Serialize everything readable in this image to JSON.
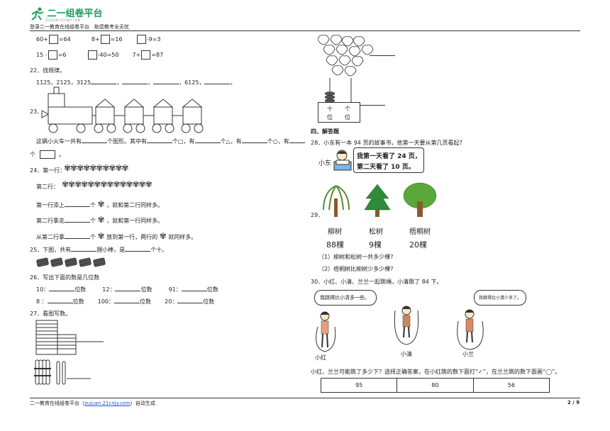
{
  "header": {
    "logo_text": "二一组卷平台",
    "logo_sub": "ZUJUAN.21CNJY.COM",
    "tagline": "登录二一教育在线组卷平台　助您教考全无忧"
  },
  "footer": {
    "prefix": "二一教育在线组卷平台（",
    "link": "zujuan.21cnjy.com",
    "suffix": "）自动生成",
    "page": "2 / 9"
  },
  "left": {
    "row1": {
      "a_pre": "60+",
      "a_post": "=64",
      "b_pre": "8+",
      "b_post": "=16",
      "c_post": "-9=3"
    },
    "row2": {
      "a_pre": "15 -",
      "a_post": "=6",
      "b_post": "-40=50",
      "c_pre": "7+",
      "c_post": "=87"
    },
    "q22": {
      "label": "22．找规律。",
      "seq_start": "1125，2125，3125",
      "sep1": "，",
      "sep2": "，",
      "mid": "，6125，",
      "end": "。"
    },
    "q23": {
      "label": "23．",
      "line1_a": "这辆小火车一共有",
      "line1_b": "个图形。其中有",
      "line1_c": "个□，有",
      "line1_d": "个△，有",
      "line1_e": "个○，有",
      "line2_a": "个",
      "line2_b": "。"
    },
    "q24": {
      "label": "24．第一行：",
      "row2": "第二行：",
      "l1_a": "第一行添上",
      "l1_b": "个",
      "l1_c": "，就和第二行同样多。",
      "l2_a": "第二行拿走",
      "l2_b": "个",
      "l2_c": "，就和第一行同样多。",
      "l3_a": "从第二行拿",
      "l3_b": "个",
      "l3_c": "放到第一行，两行的",
      "l3_d": "就同样多。"
    },
    "q25": {
      "a": "25．下图，共有",
      "b": "捆小棒，是",
      "c": "个十。"
    },
    "q26": {
      "label": "26．写出下面的数是几位数",
      "items": [
        {
          "n": "10：",
          "u": "位数"
        },
        {
          "n": "12：",
          "u": "位数"
        },
        {
          "n": "91：",
          "u": "位数"
        },
        {
          "n": "8 ：",
          "u": "位数"
        },
        {
          "n": "100：",
          "u": "位数"
        },
        {
          "n": "20：",
          "u": "位数"
        }
      ]
    },
    "q27": {
      "label": "27．看图写数。"
    }
  },
  "right": {
    "abacus": {
      "tens": "十",
      "ones": "个",
      "tens2": "位",
      "ones2": "位"
    },
    "section": "四、解答题",
    "q28": {
      "text": "28．小东有一本 94 页的故事书，他第一天要从第几页看起?",
      "name": "小东",
      "bubble1": "我第一天看了 24 页，",
      "bubble2": "第二天看了 10 页。"
    },
    "q29": {
      "label": "29．",
      "trees": [
        {
          "name": "柳树",
          "count": "88棵"
        },
        {
          "name": "松树",
          "count": "9棵"
        },
        {
          "name": "梧桐树",
          "count": "20棵"
        }
      ],
      "sub1": "（1）柳树和松树一共多少棵?",
      "sub2": "（2）梧桐树比柳树少多少棵?"
    },
    "q30": {
      "text": "30．小红、小清、兰兰一起跳绳，小清跳了 84 下。",
      "bubble_left": "我跳得比小清多一些。",
      "bubble_right": "我跳得比小清少多了。",
      "names": [
        "小红",
        "小清",
        "小兰"
      ],
      "question": "小红、兰兰可能跳了多少下？选择正确答案，在小红跳的数下面打“✓”，在兰兰跳的数下面画“◯”。",
      "options": [
        "95",
        "80",
        "56"
      ]
    }
  }
}
